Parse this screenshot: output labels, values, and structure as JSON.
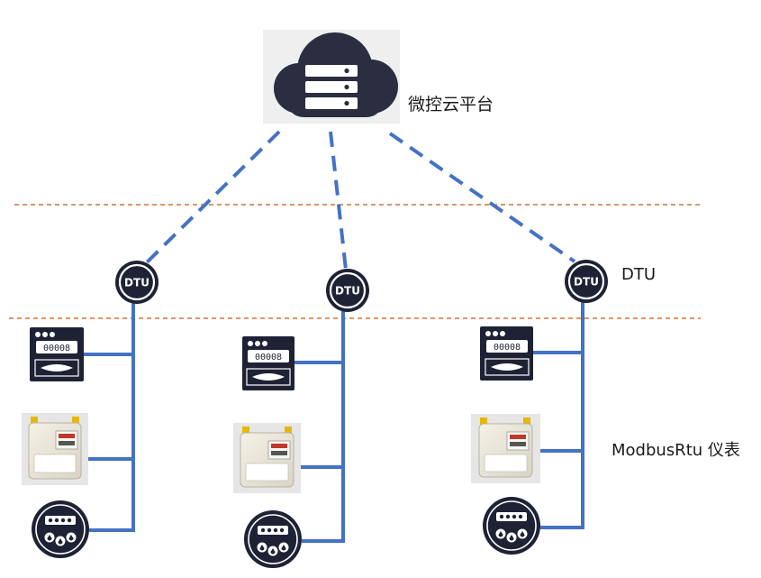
{
  "cloud": {
    "label": "微控云平台",
    "icon": "server-cloud-icon"
  },
  "dtu": {
    "label": "DTU",
    "badge_text": "DTU"
  },
  "meters": {
    "label": "ModbusRtu 仪表",
    "counter_text": "00008"
  },
  "groups": [
    {
      "name": "group-left",
      "devices": [
        "electric-meter",
        "gas-meter",
        "water-meter"
      ]
    },
    {
      "name": "group-center",
      "devices": [
        "electric-meter",
        "gas-meter",
        "water-meter"
      ]
    },
    {
      "name": "group-right",
      "devices": [
        "electric-meter",
        "gas-meter",
        "water-meter"
      ]
    }
  ],
  "colors": {
    "link": "#4472c4",
    "divider": "#c55a11",
    "device": "#1e2235",
    "cloud": "#2a2e40"
  }
}
